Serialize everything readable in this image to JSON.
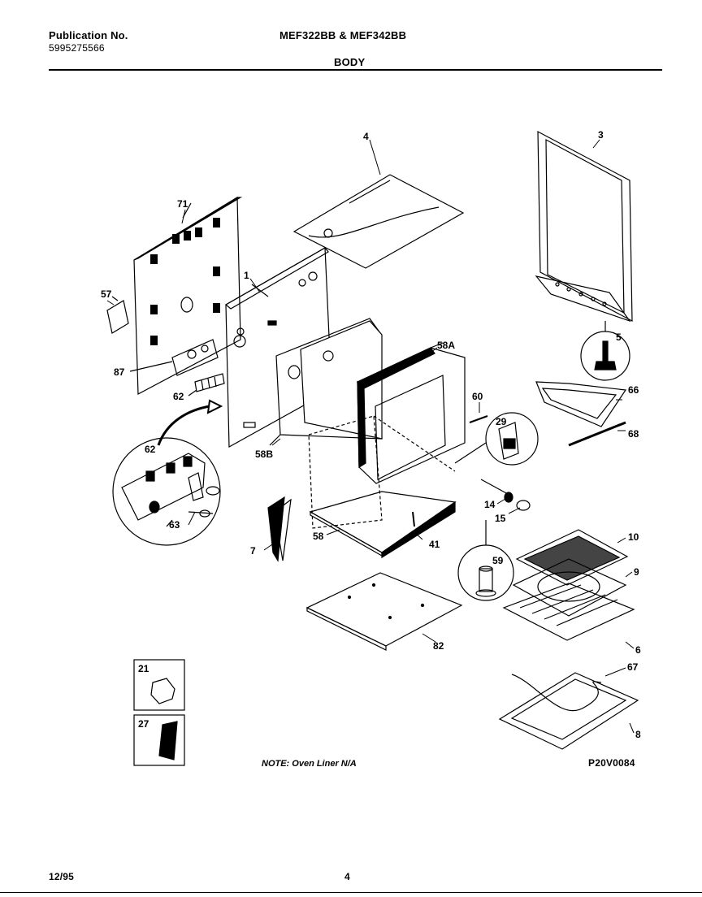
{
  "header": {
    "publication_label": "Publication No.",
    "publication_number": "5995275566",
    "models": "MEF322BB & MEF342BB",
    "section_title": "BODY"
  },
  "callouts": {
    "c1": "1",
    "c3": "3",
    "c4": "4",
    "c5": "5",
    "c6": "6",
    "c7": "7",
    "c8": "8",
    "c9": "9",
    "c10": "10",
    "c14": "14",
    "c15": "15",
    "c21": "21",
    "c27": "27",
    "c29": "29",
    "c41": "41",
    "c57": "57",
    "c58": "58",
    "c58A": "58A",
    "c58B": "58B",
    "c59": "59",
    "c60": "60",
    "c62a": "62",
    "c62b": "62",
    "c63": "63",
    "c66": "66",
    "c67": "67",
    "c68": "68",
    "c71": "71",
    "c82": "82",
    "c87": "87"
  },
  "note": "NOTE: Oven Liner N/A",
  "drawing_id": "P20V0084",
  "footer": {
    "date": "12/95",
    "page": "4"
  }
}
